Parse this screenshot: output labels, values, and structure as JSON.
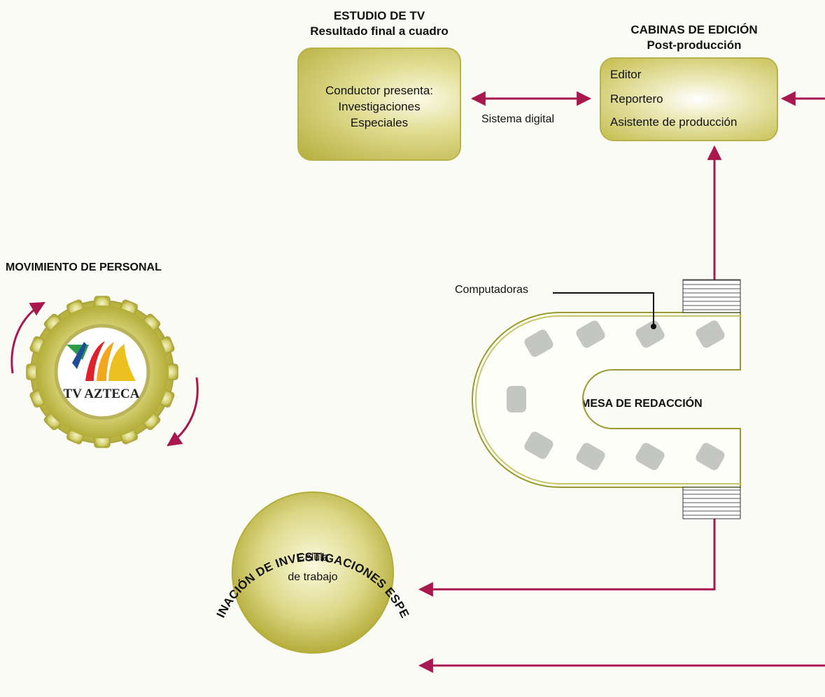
{
  "studio": {
    "title1": "ESTUDIO DE TV",
    "title2": "Resultado final a cuadro",
    "line1": "Conductor presenta:",
    "line2": "Investigaciones",
    "line3": "Especiales"
  },
  "editing": {
    "title1": "CABINAS DE EDICIÓN",
    "title2": "Post-producción",
    "items": [
      "Editor",
      "Reportero",
      "Asistente de producción"
    ]
  },
  "digital_system_label": "Sistema digital",
  "staff_movement_title": "MOVIMIENTO DE PERSONAL",
  "logo_text": "TV AZTECA",
  "computers_label": "Computadoras",
  "newsdesk_label": "MESA DE REDACCIÓN",
  "coordination": {
    "arc_text": "COORDINACIÓN DE INVESTIGACIONES ESPECIALES",
    "cell_line1": "Célula",
    "cell_line2": "de trabajo"
  },
  "colors": {
    "arrow": "#a8184f",
    "olive": "#b7b24a",
    "computer": "#c4c6c4"
  }
}
